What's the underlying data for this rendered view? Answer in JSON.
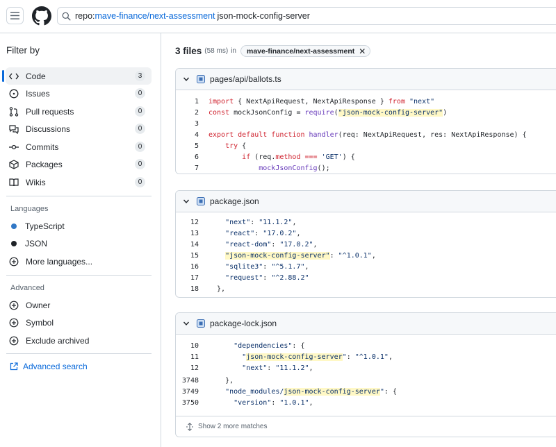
{
  "search": {
    "key": "repo:",
    "repo": "mave-finance/next-assessment",
    "rest": "json-mock-config-server"
  },
  "sidebar": {
    "title": "Filter by",
    "items": [
      {
        "label": "Code",
        "count": "3"
      },
      {
        "label": "Issues",
        "count": "0"
      },
      {
        "label": "Pull requests",
        "count": "0"
      },
      {
        "label": "Discussions",
        "count": "0"
      },
      {
        "label": "Commits",
        "count": "0"
      },
      {
        "label": "Packages",
        "count": "0"
      },
      {
        "label": "Wikis",
        "count": "0"
      }
    ],
    "languages_title": "Languages",
    "languages": [
      {
        "label": "TypeScript",
        "color": "#3178c6"
      },
      {
        "label": "JSON",
        "color": "#1f2328"
      }
    ],
    "more_languages": "More languages...",
    "advanced_title": "Advanced",
    "advanced": [
      "Owner",
      "Symbol",
      "Exclude archived"
    ],
    "advanced_search": "Advanced search"
  },
  "results": {
    "count_label": "3 files",
    "time_label": "(58 ms)",
    "in_label": "in",
    "repo_chip": "mave-finance/next-assessment",
    "show_more": "Show 2 more matches",
    "files": [
      {
        "name": "pages/api/ballots.ts",
        "lines": [
          {
            "n": "1",
            "parts": [
              [
                "k",
                "import"
              ],
              [
                "t",
                " { NextApiRequest, NextApiResponse } "
              ],
              [
                "k",
                "from"
              ],
              [
                "t",
                " "
              ],
              [
                "s",
                "\"next\""
              ]
            ]
          },
          {
            "n": "2",
            "parts": [
              [
                "k",
                "const"
              ],
              [
                "t",
                " mockJsonConfig = "
              ],
              [
                "f",
                "require"
              ],
              [
                "t",
                "("
              ],
              [
                "sh",
                "\"json-mock-config-server\""
              ],
              [
                "t",
                ")"
              ]
            ]
          },
          {
            "n": "3",
            "parts": []
          },
          {
            "n": "4",
            "parts": [
              [
                "k",
                "export default function"
              ],
              [
                "t",
                " "
              ],
              [
                "f",
                "handler"
              ],
              [
                "t",
                "(req: NextApiRequest, res: NextApiResponse) {"
              ]
            ]
          },
          {
            "n": "5",
            "parts": [
              [
                "t",
                "    "
              ],
              [
                "k",
                "try"
              ],
              [
                "t",
                " {"
              ]
            ]
          },
          {
            "n": "6",
            "parts": [
              [
                "t",
                "        "
              ],
              [
                "k",
                "if"
              ],
              [
                "t",
                " (req."
              ],
              [
                "k",
                "method"
              ],
              [
                "t",
                " "
              ],
              [
                "k",
                "==="
              ],
              [
                "t",
                " "
              ],
              [
                "s",
                "'GET'"
              ],
              [
                "t",
                ") {"
              ]
            ]
          },
          {
            "n": "7",
            "parts": [
              [
                "t",
                "            "
              ],
              [
                "f",
                "mockJsonConfig"
              ],
              [
                "t",
                "();"
              ]
            ]
          }
        ]
      },
      {
        "name": "package.json",
        "lines": [
          {
            "n": "12",
            "parts": [
              [
                "t",
                "    "
              ],
              [
                "s",
                "\"next\""
              ],
              [
                "t",
                ": "
              ],
              [
                "s",
                "\"11.1.2\""
              ],
              [
                "t",
                ","
              ]
            ]
          },
          {
            "n": "13",
            "parts": [
              [
                "t",
                "    "
              ],
              [
                "s",
                "\"react\""
              ],
              [
                "t",
                ": "
              ],
              [
                "s",
                "\"17.0.2\""
              ],
              [
                "t",
                ","
              ]
            ]
          },
          {
            "n": "14",
            "parts": [
              [
                "t",
                "    "
              ],
              [
                "s",
                "\"react-dom\""
              ],
              [
                "t",
                ": "
              ],
              [
                "s",
                "\"17.0.2\""
              ],
              [
                "t",
                ","
              ]
            ]
          },
          {
            "n": "15",
            "parts": [
              [
                "t",
                "    "
              ],
              [
                "sh",
                "\"json-mock-config-server\""
              ],
              [
                "t",
                ": "
              ],
              [
                "s",
                "\"^1.0.1\""
              ],
              [
                "t",
                ","
              ]
            ]
          },
          {
            "n": "16",
            "parts": [
              [
                "t",
                "    "
              ],
              [
                "s",
                "\"sqlite3\""
              ],
              [
                "t",
                ": "
              ],
              [
                "s",
                "\"^5.1.7\""
              ],
              [
                "t",
                ","
              ]
            ]
          },
          {
            "n": "17",
            "parts": [
              [
                "t",
                "    "
              ],
              [
                "s",
                "\"request\""
              ],
              [
                "t",
                ": "
              ],
              [
                "s",
                "\"^2.88.2\""
              ]
            ]
          },
          {
            "n": "18",
            "parts": [
              [
                "t",
                "  },"
              ]
            ]
          }
        ]
      },
      {
        "name": "package-lock.json",
        "lines": [
          {
            "n": "10",
            "parts": [
              [
                "t",
                "      "
              ],
              [
                "s",
                "\"dependencies\""
              ],
              [
                "t",
                ": {"
              ]
            ]
          },
          {
            "n": "11",
            "parts": [
              [
                "t",
                "        "
              ],
              [
                "s",
                "\""
              ],
              [
                "sh",
                "json-mock-config-server"
              ],
              [
                "s",
                "\""
              ],
              [
                "t",
                ": "
              ],
              [
                "s",
                "\"^1.0.1\""
              ],
              [
                "t",
                ","
              ]
            ]
          },
          {
            "n": "12",
            "parts": [
              [
                "t",
                "        "
              ],
              [
                "s",
                "\"next\""
              ],
              [
                "t",
                ": "
              ],
              [
                "s",
                "\"11.1.2\""
              ],
              [
                "t",
                ","
              ]
            ]
          },
          {
            "n": "3748",
            "parts": [
              [
                "t",
                "    },"
              ]
            ]
          },
          {
            "n": "3749",
            "parts": [
              [
                "t",
                "    "
              ],
              [
                "s",
                "\"node_modules/"
              ],
              [
                "sh",
                "json-mock-config-server"
              ],
              [
                "s",
                "\""
              ],
              [
                "t",
                ": {"
              ]
            ]
          },
          {
            "n": "3750",
            "parts": [
              [
                "t",
                "      "
              ],
              [
                "s",
                "\"version\""
              ],
              [
                "t",
                ": "
              ],
              [
                "s",
                "\"1.0.1\""
              ],
              [
                "t",
                ","
              ]
            ]
          }
        ]
      }
    ]
  }
}
